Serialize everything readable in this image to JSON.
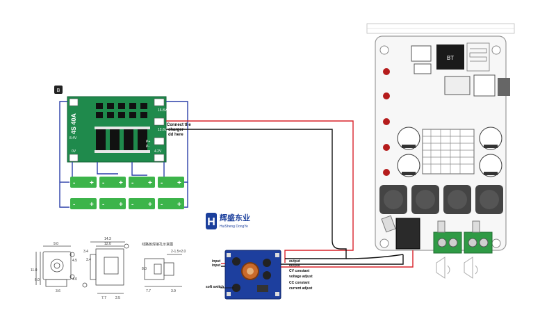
{
  "bms_board": {
    "charger_label_line1": "Connect the",
    "charger_label_line2": "charger",
    "charger_label_line3": "dd here",
    "model_label": "4S 40A",
    "terminal_labels": [
      "16.8V",
      "12.6V",
      "8.4V",
      "4.2V",
      "0V",
      "B-",
      "P+",
      "P-"
    ]
  },
  "battery_cells": {
    "symbol_plus": "+",
    "symbol_minus": "-",
    "count": 8
  },
  "logo": {
    "mark": "H",
    "brand_cn": "辉盛东业",
    "brand_en": "HuiSheng DongYe"
  },
  "converter": {
    "labels": [
      "input",
      "input",
      "output",
      "output",
      "CV constant",
      "voltage adjust",
      "CC constant",
      "current adjust",
      "soft switch"
    ]
  },
  "dimension_drawing": {
    "dims": [
      "9.0",
      "14.3",
      "12.0",
      "3.4",
      "3.4",
      "4.5",
      "11.0",
      "6.0",
      "4.0",
      "3.6",
      "7.7",
      "2.5",
      "7.7",
      "3.9",
      "8.0"
    ],
    "note": "线路板焊接孔示意图",
    "hole_note": "2-1.5×2.0"
  },
  "amp_board": {
    "chip_label": "BT",
    "cap_count": 4,
    "inductor_count": 4
  },
  "colors": {
    "pcb_green": "#1f8a4c",
    "cell_green": "#3cb44a",
    "wire_red": "#d8232a",
    "wire_black": "#111111",
    "wire_blue": "#2a3fa8",
    "converter_blue": "#1d3f9e",
    "logo_blue": "#1b3f9c",
    "terminal_green": "#2f9a45"
  }
}
